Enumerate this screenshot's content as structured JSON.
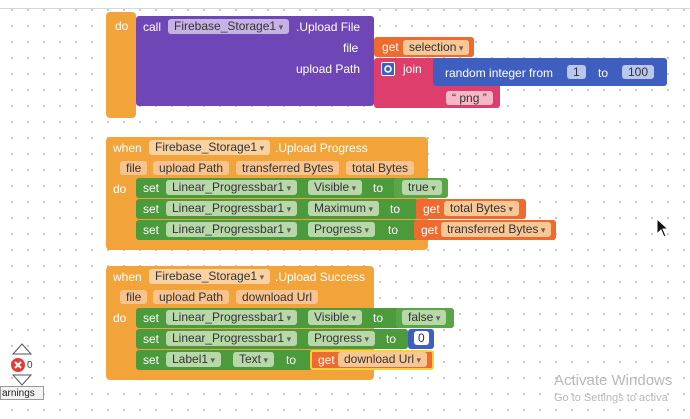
{
  "block1": {
    "do": "do",
    "call": "call",
    "component": "Firebase_Storage1",
    "method": ".Upload File",
    "file_label": "file",
    "file_get": "get",
    "file_value": "selection",
    "path_label": "upload Path",
    "join": "join",
    "random_label": "random integer from",
    "from": "1",
    "to": "to",
    "to_value": "100",
    "png": "png"
  },
  "block2": {
    "when": "when",
    "component": "Firebase_Storage1",
    "event": ".Upload Progress",
    "params": [
      "file",
      "upload Path",
      "transferred Bytes",
      "total Bytes"
    ],
    "do": "do",
    "rows": [
      {
        "set": "set",
        "component": "Linear_Progressbar1",
        "prop": "Visible",
        "to": "to",
        "value": "true"
      },
      {
        "set": "set",
        "component": "Linear_Progressbar1",
        "prop": "Maximum",
        "to": "to",
        "get": "get",
        "value": "total Bytes"
      },
      {
        "set": "set",
        "component": "Linear_Progressbar1",
        "prop": "Progress",
        "to": "to",
        "get": "get",
        "value": "transferred Bytes"
      }
    ]
  },
  "block3": {
    "when": "when",
    "component": "Firebase_Storage1",
    "event": ".Upload Success",
    "params": [
      "file",
      "upload Path",
      "download Url"
    ],
    "do": "do",
    "rows": [
      {
        "set": "set",
        "component": "Linear_Progressbar1",
        "prop": "Visible",
        "to": "to",
        "value": "false"
      },
      {
        "set": "set",
        "component": "Linear_Progressbar1",
        "prop": "Progress",
        "to": "to",
        "value": "0"
      },
      {
        "set": "set",
        "component": "Label1",
        "prop": "Text",
        "to": "to",
        "get": "get",
        "value": "download Url"
      }
    ]
  },
  "warnings": {
    "count": "0",
    "label": "arnings"
  },
  "watermark": {
    "title": "Activate Windows",
    "subtitle": "Go to Settings to activa"
  },
  "colors": {
    "event": "#f2a43a",
    "procedure": "#6e46b5",
    "setter": "#4b9a3b",
    "getter": "#ee6a2e",
    "text": "#de3e6c",
    "math": "#3f5fc0"
  }
}
